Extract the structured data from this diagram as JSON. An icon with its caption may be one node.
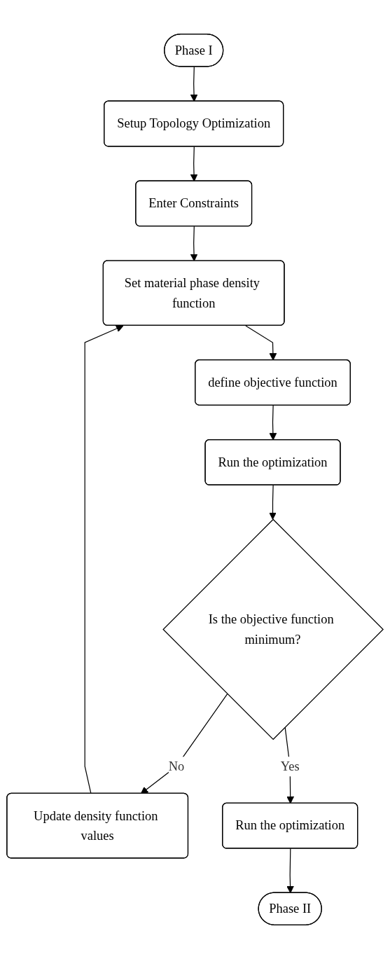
{
  "diagram": {
    "nodes": [
      {
        "text": [
          "Phase I"
        ]
      },
      {
        "text": [
          "Setup Topology Optimization"
        ]
      },
      {
        "text": [
          "Enter Constraints"
        ]
      },
      {
        "text": [
          "Set material phase density function"
        ]
      },
      {
        "text": [
          "define objective function"
        ]
      },
      {
        "text": [
          "Run the optimization"
        ]
      },
      {
        "text": [
          "Is the objective function minimum?"
        ]
      },
      {
        "text": [
          "Update density function values"
        ]
      },
      {
        "text": [
          "Run the optimization"
        ]
      },
      {
        "text": [
          "Phase II"
        ]
      }
    ],
    "edges": [
      {
        "from": 0,
        "to": 1,
        "arrow": "to"
      },
      {
        "from": 1,
        "to": 2,
        "arrow": "to"
      },
      {
        "from": 2,
        "to": 3,
        "arrow": "to"
      },
      {
        "from": 3,
        "to": 4,
        "arrow": "to"
      },
      {
        "from": 4,
        "to": 5,
        "arrow": "to"
      },
      {
        "from": 5,
        "to": 6,
        "arrow": "to"
      },
      {
        "from": 6,
        "to": 7,
        "label": "No",
        "arrow": "to"
      },
      {
        "from": 7,
        "to": 3,
        "arrow": "to"
      },
      {
        "from": 6,
        "to": 8,
        "label": "Yes",
        "arrow": "to"
      },
      {
        "from": 8,
        "to": 9,
        "arrow": "to"
      }
    ]
  }
}
